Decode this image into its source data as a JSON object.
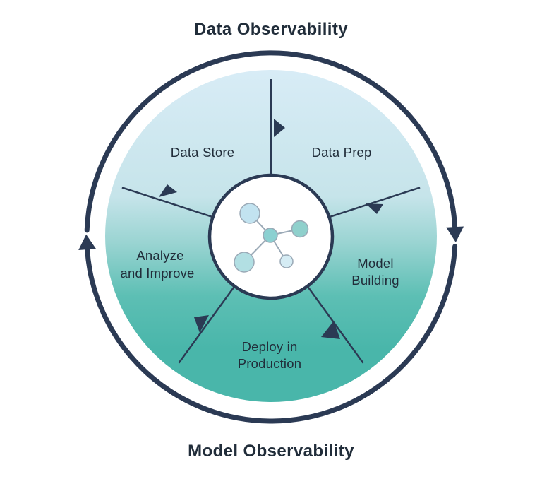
{
  "diagram": {
    "title_top": "Data Observability",
    "title_bottom": "Model Observability",
    "cycle_direction": "clockwise",
    "stages": [
      {
        "name": "Data Store",
        "lines": [
          "Data Store"
        ]
      },
      {
        "name": "Data Prep",
        "lines": [
          "Data Prep"
        ]
      },
      {
        "name": "Model Building",
        "lines": [
          "Model",
          "Building"
        ]
      },
      {
        "name": "Deploy in Production",
        "lines": [
          "Deploy in",
          "Production"
        ]
      },
      {
        "name": "Analyze and Improve",
        "lines": [
          "Analyze",
          "and Improve"
        ]
      }
    ],
    "center_icon": "network-nodes-icon"
  },
  "colors": {
    "navy": "#2b3a54",
    "text": "#212d3a",
    "disk_top": "#d8ecf6",
    "disk_upper_mid": "#c6e4ea",
    "disk_mid": "#9ad4d2",
    "disk_lower_mid": "#5dbfb4",
    "disk_bottom": "#49b6aa",
    "node_center": "#8bd0d1",
    "node_top_left": "#c2e3f0",
    "node_right": "#8fd0cc",
    "node_bottom_left": "#b2dfe3",
    "node_bottom_right": "#d5ecf4",
    "node_stroke": "#9aa9b6",
    "background": "#ffffff"
  }
}
